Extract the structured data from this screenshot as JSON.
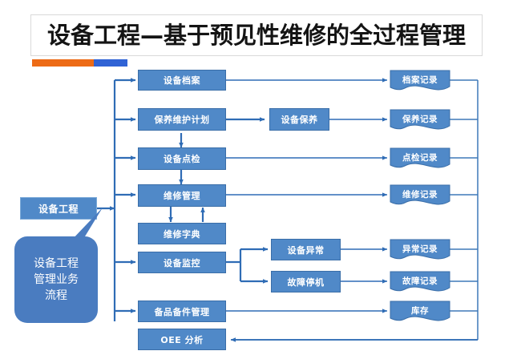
{
  "header": {
    "title": "设备工程—基于预见性维修的全过程管理",
    "accent_orange": "#ed6b16",
    "accent_blue": "#3063d5"
  },
  "theme": {
    "node_fill": "#5089c8",
    "node_border": "#3a6ea8",
    "connector": "#2f6cb5",
    "thin_connector": "#4a7fb5",
    "callout_fill": "#4a7cc0",
    "text_color": "#ffffff"
  },
  "left": {
    "entry_node": "设备工程",
    "callout": "设备工程管理业务流程",
    "callout_lines": [
      "设备工程",
      "管理业务",
      "流程"
    ]
  },
  "process_column": [
    {
      "id": "archive",
      "label": "设备档案"
    },
    {
      "id": "maintplan",
      "label": "保养维护计划"
    },
    {
      "id": "inspection",
      "label": "设备点检"
    },
    {
      "id": "repairmgmt",
      "label": "维修管理"
    },
    {
      "id": "repairdict",
      "label": "维修字典"
    },
    {
      "id": "monitor",
      "label": "设备监控"
    },
    {
      "id": "spareparts",
      "label": "备品备件管理"
    },
    {
      "id": "oee",
      "label": "OEE 分析"
    }
  ],
  "middle_column": [
    {
      "id": "upkeep",
      "label": "设备保养"
    },
    {
      "id": "abnormal",
      "label": "设备异常"
    },
    {
      "id": "downtime",
      "label": "故障停机"
    }
  ],
  "record_column": [
    {
      "id": "archive_rec",
      "label": "档案记录"
    },
    {
      "id": "upkeep_rec",
      "label": "保养记录"
    },
    {
      "id": "inspect_rec",
      "label": "点检记录"
    },
    {
      "id": "repair_rec",
      "label": "维修记录"
    },
    {
      "id": "abnormal_rec",
      "label": "异常记录"
    },
    {
      "id": "fault_rec",
      "label": "故障记录"
    },
    {
      "id": "inventory_rec",
      "label": "库存"
    }
  ]
}
